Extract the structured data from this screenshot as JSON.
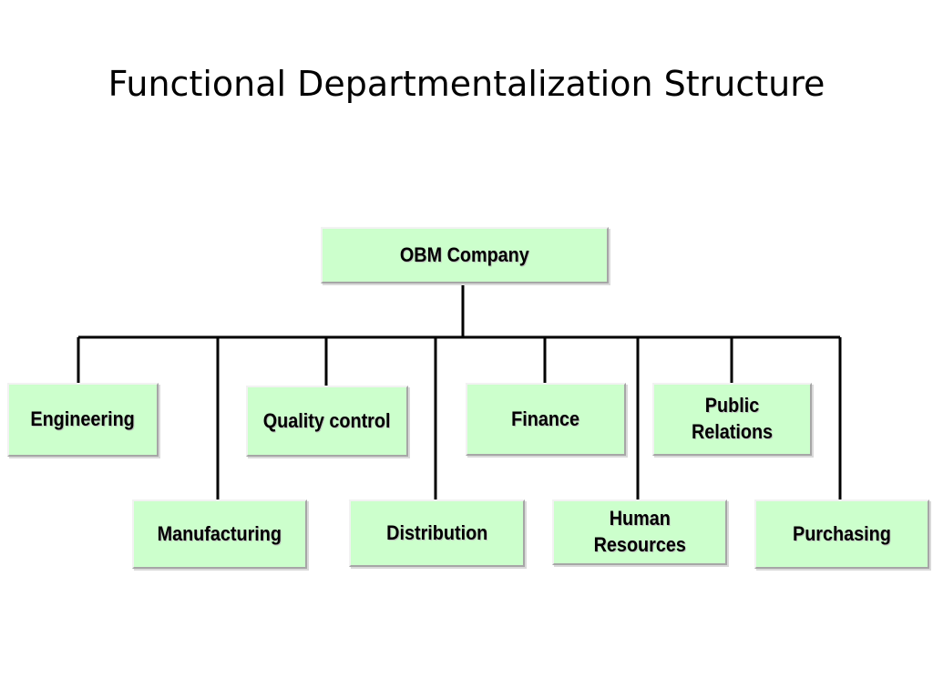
{
  "title": "Functional Departmentalization Structure",
  "colors": {
    "box_fill": "#ccffcc",
    "line": "#000000"
  },
  "root": {
    "label": "OBM Company"
  },
  "departments": [
    {
      "key": "engineering",
      "label": "Engineering"
    },
    {
      "key": "quality-control",
      "label": "Quality control"
    },
    {
      "key": "finance",
      "label": "Finance"
    },
    {
      "key": "public-relations",
      "label": "Public\nRelations"
    },
    {
      "key": "manufacturing",
      "label": "Manufacturing"
    },
    {
      "key": "distribution",
      "label": "Distribution"
    },
    {
      "key": "human-resources",
      "label": "Human\nResources"
    },
    {
      "key": "purchasing",
      "label": "Purchasing"
    }
  ]
}
